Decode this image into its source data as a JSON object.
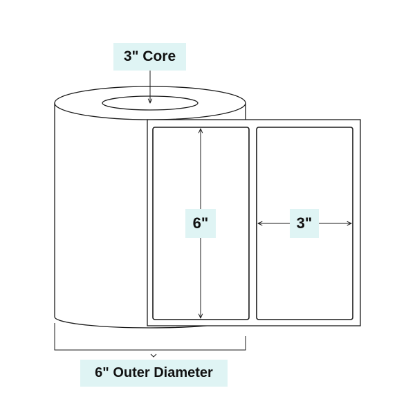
{
  "labels": {
    "core": "3\" Core",
    "label_height": "6\"",
    "label_width": "3\"",
    "outer_diameter": "6\" Outer Diameter"
  },
  "colors": {
    "stroke": "#1a1a1a",
    "label_background": "#dff4f4",
    "text": "#111111"
  }
}
